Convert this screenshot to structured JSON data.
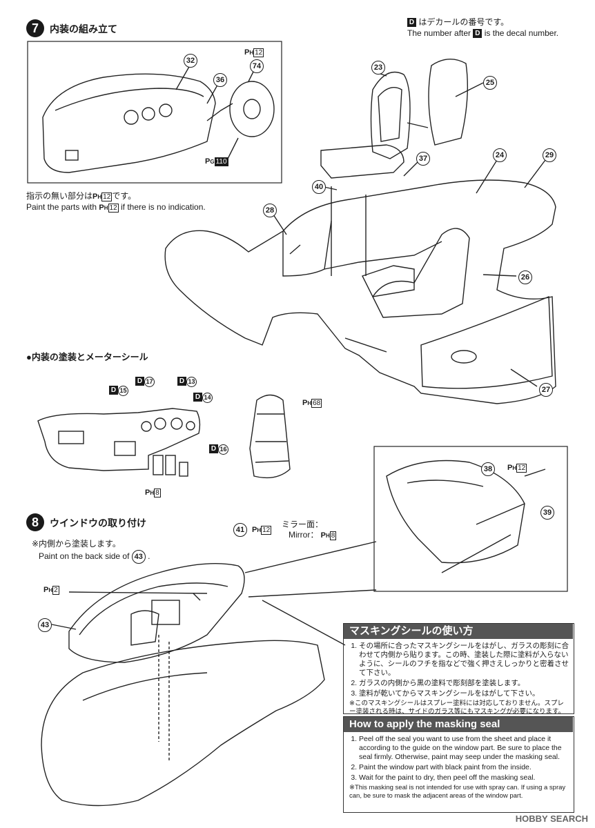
{
  "step7": {
    "number": "7",
    "title": "内装の組み立て",
    "decal_note_jp": "はデカールの番号です。",
    "decal_note_en_a": "The number after",
    "decal_note_en_b": "is the decal number.",
    "decal_symbol": "D",
    "paint_note_jp": "指示の無い部分は",
    "paint_note_jp_b": "です。",
    "paint_note_en_a": "Paint the parts with",
    "paint_note_en_b": "if there is no indication.",
    "parts": [
      "32",
      "36",
      "74",
      "23",
      "25",
      "37",
      "24",
      "29",
      "40",
      "28",
      "26",
      "27"
    ],
    "ph_main": "12",
    "pg_label": "110"
  },
  "meter_section": {
    "title": "●内装の塗装とメーターシール",
    "decals": [
      "15",
      "17",
      "13",
      "14",
      "16"
    ],
    "ph_pedals": "8",
    "ph_seat": "68"
  },
  "step8": {
    "number": "8",
    "title": "ウインドウの取り付け",
    "paint_note_jp": "※内側から塗装します。",
    "paint_note_en": "Paint on the back side of",
    "paint_part": "43",
    "mirror_jp": "ミラー面：",
    "mirror_en": "Mirror：",
    "mirror_ph": "8",
    "ph_window": "2",
    "ph_12": "12",
    "parts": [
      "41",
      "43",
      "38",
      "39"
    ]
  },
  "masking_jp": {
    "header": "マスキングシールの使い方",
    "steps": [
      "その場所に合ったマスキングシールをはがし、ガラスの彫刻に合わせて内側から貼ります。この時、塗装した際に塗料が入らないように、シールのフチを指などで強く押さえしっかりと密着させて下さい。",
      "ガラスの内側から黒の塗料で彫刻部を塗装します。",
      "塗料が乾いてからマスキングシールをはがして下さい。"
    ],
    "note": "※このマスキングシールはスプレー塗料には対応しておりません。スプレー塗装される時は、サイドのガラス等にもマスキングが必要になります。"
  },
  "masking_en": {
    "header": "How to apply the masking seal",
    "steps": [
      "Peel off the seal you want to use from the sheet and place it according to the guide on the window part. Be sure to place the seal firmly. Otherwise, paint may seep under the masking seal.",
      "Paint the window part with black paint from the inside.",
      "Wait for the paint to dry, then peel off the masking seal."
    ],
    "note": "※This masking seal is not intended for use with spray can. If using a spray can, be sure to mask the adjacent areas of the window part."
  },
  "watermark": "HOBBY SEARCH"
}
